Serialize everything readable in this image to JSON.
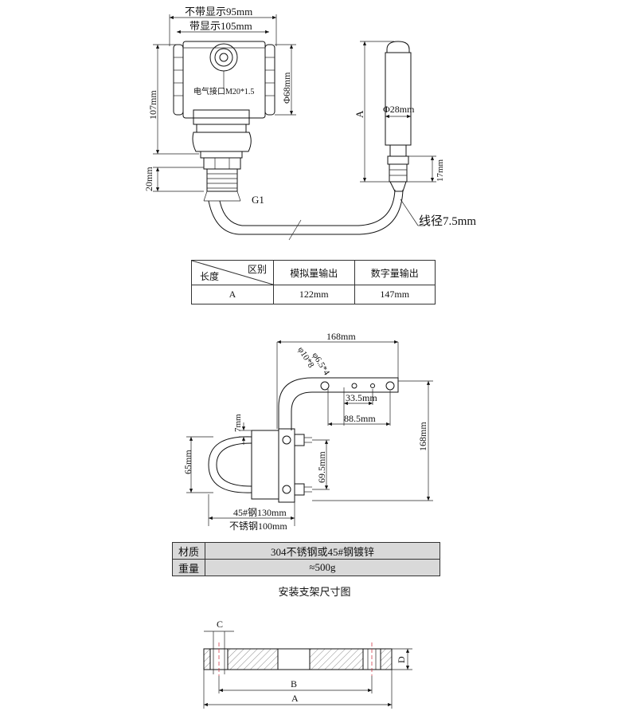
{
  "transmitter": {
    "width_no_display": "不带显示95mm",
    "width_display": "带显示105mm",
    "electrical_port": "电气接口M20*1.5",
    "height": "107mm",
    "housing_dia": "Φ68mm",
    "thread_len": "20mm",
    "thread": "G1",
    "probe_len": "A",
    "probe_dia": "Φ28mm",
    "gland_len": "17mm",
    "cable": "线径7.5mm"
  },
  "length_table": {
    "corner_top": "区别",
    "corner_bottom": "长度",
    "col_analog": "模拟量输出",
    "col_digital": "数字量输出",
    "row_label": "A",
    "analog_value": "122mm",
    "digital_value": "147mm"
  },
  "bracket": {
    "width_top": "168mm",
    "hole_slot": "φ6.5*4",
    "hole_round": "φ10*8",
    "hole_spacing_1": "33.5mm",
    "hole_spacing_2": "88.5mm",
    "height_right": "168mm",
    "clamp_gap": "7mm",
    "clamp_height": "65mm",
    "bolt_spacing": "69.5mm",
    "width_steel": "45#钢130mm",
    "width_stainless": "不锈钢100mm"
  },
  "material_table": {
    "material_label": "材质",
    "material_value": "304不锈钢或45#钢镀锌",
    "weight_label": "重量",
    "weight_value": "≈500g"
  },
  "bracket_caption": "安装支架尺寸图",
  "flange": {
    "dim_c": "C",
    "dim_d": "D",
    "dim_b": "B",
    "dim_a": "A"
  }
}
